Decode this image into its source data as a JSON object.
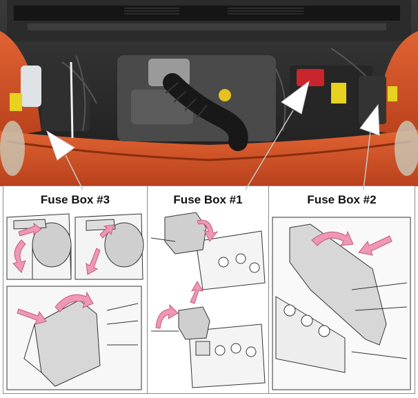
{
  "panels": {
    "fuse_box_3": {
      "title": "Fuse Box #3"
    },
    "fuse_box_1": {
      "title": "Fuse Box #1"
    },
    "fuse_box_2": {
      "title": "Fuse Box #2"
    }
  },
  "colors": {
    "body_paint": "#d8532a",
    "arrow_pink": "#ef97b4",
    "pointer_white": "#ffffff",
    "panel_border": "#8a8a8a"
  }
}
